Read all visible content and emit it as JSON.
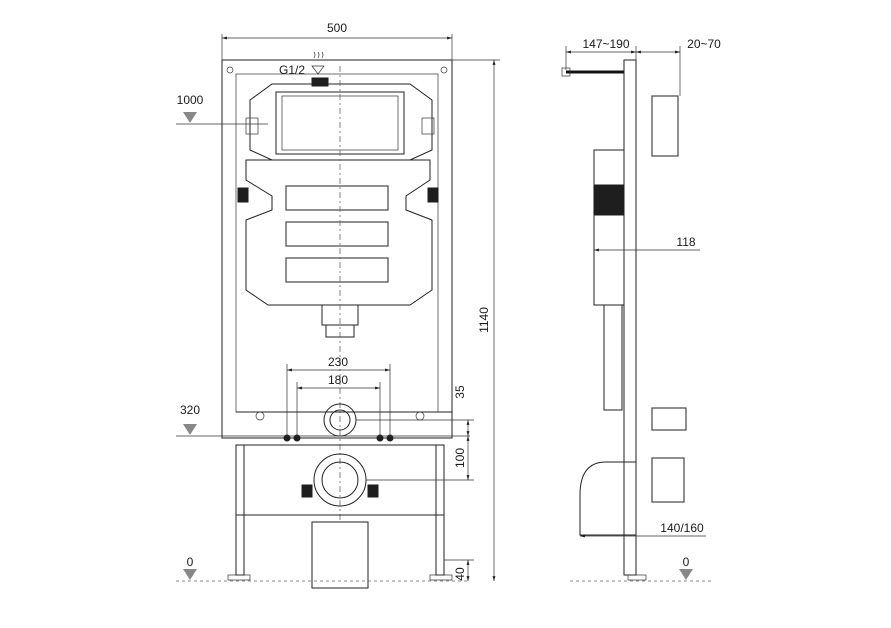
{
  "front_view": {
    "width_label": "500",
    "height_label": "1140",
    "inlet_label": "G1/2",
    "level_1000": "1000",
    "level_320": "320",
    "level_0": "0",
    "stud_spacing_outer": "230",
    "stud_spacing_inner": "180",
    "offset_35": "35",
    "offset_100": "100",
    "offset_40": "40"
  },
  "side_view": {
    "depth_range_label": "147~190",
    "wall_range_label": "20~70",
    "depth_118": "118",
    "outlet_range_label": "140/160",
    "level_0": "0"
  }
}
